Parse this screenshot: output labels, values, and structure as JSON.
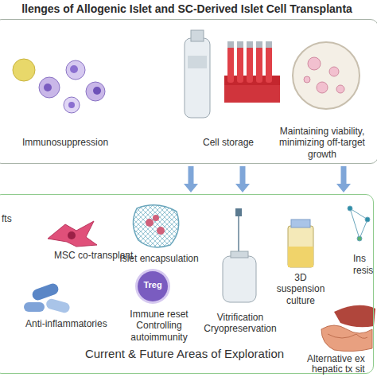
{
  "diagram": {
    "nodes": [
      {
        "text": [
          "llenges of Allogenic Islet and SC-Derived Islet Cell Transplanta"
        ]
      },
      {
        "text": [
          "Current & Future Areas of Exploration"
        ]
      },
      {
        "text": [
          "Treg"
        ],
        "in": 1
      }
    ],
    "edges": [
      {
        "from": 0,
        "to": 1,
        "arrow": "to"
      },
      {
        "from": 0,
        "to": 1,
        "arrow": "to"
      },
      {
        "from": 0,
        "to": 1,
        "arrow": "to"
      }
    ],
    "labels": [
      "Immunosuppression",
      "Cell storage",
      "Maintaining viability, minimizing off-target growth",
      "fts",
      "MSC co-transplant",
      "Islet encapsulation",
      "Immune reset Controlling autoimmunity",
      "Anti-inflammatories",
      "Vitrification Cryopreservation",
      "3D suspension culture",
      "Ins",
      "resis",
      "Alternative ex",
      "hepatic tx sit"
    ]
  }
}
